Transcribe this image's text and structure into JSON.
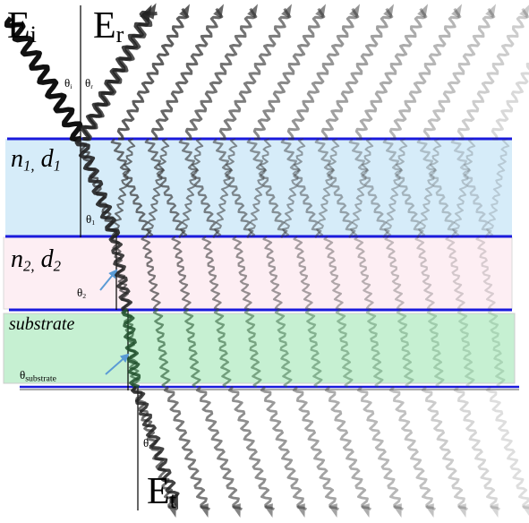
{
  "labels": {
    "incident_field": "E",
    "incident_sub": "i",
    "reflected_field": "E",
    "reflected_sub": "r",
    "transmitted_field": "E",
    "transmitted_sub": "t",
    "theta": "θ",
    "theta_i_sub": "i",
    "theta_r_sub": "r",
    "theta_1_sub": "1",
    "theta_2_sub": "2",
    "theta_substrate_sub": "substrate",
    "theta_t_sub": "t",
    "layer1_n": "n",
    "layer1_n_sub": "1,",
    "layer1_d": "d",
    "layer1_d_sub": "1",
    "layer2_n": "n",
    "layer2_n_sub": "2,",
    "layer2_d": "d",
    "layer2_d_sub": "2",
    "substrate": "substrate"
  },
  "colors": {
    "layer1_fill": "#d6ecf9",
    "layer2_fill": "#fdeef3",
    "substrate_fill": "#c6f0d2",
    "interface_line": "#1a1adc",
    "arrow": "#5b9bd5",
    "wave": "#444444"
  }
}
